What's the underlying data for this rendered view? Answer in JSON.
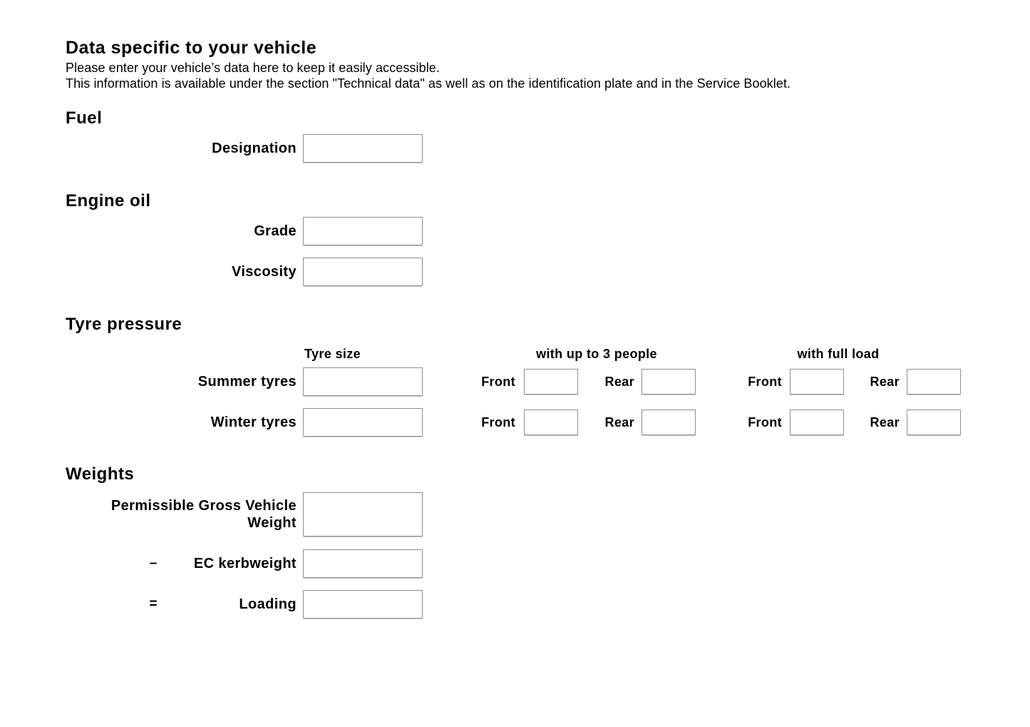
{
  "page": {
    "title": "Data specific to your vehicle",
    "intro_line1": "Please enter your vehicle’s data here to keep it easily accessible.",
    "intro_line2": "This information is available under the section \"Technical data\" as well as on the identification plate and in the Service Booklet."
  },
  "sections": {
    "fuel": {
      "heading": "Fuel",
      "designation": {
        "label": "Designation",
        "value": ""
      }
    },
    "engine_oil": {
      "heading": "Engine oil",
      "grade": {
        "label": "Grade",
        "value": ""
      },
      "viscosity": {
        "label": "Viscosity",
        "value": ""
      }
    },
    "tyre_pressure": {
      "heading": "Tyre pressure",
      "columns": {
        "tyre_size": "Tyre size",
        "three_people": "with up to 3 people",
        "full_load": "with full load"
      },
      "front_label": "Front",
      "rear_label": "Rear",
      "rows": [
        {
          "label": "Summer tyres",
          "tyre_size": "",
          "three_people_front": "",
          "three_people_rear": "",
          "full_load_front": "",
          "full_load_rear": ""
        },
        {
          "label": "Winter tyres",
          "tyre_size": "",
          "three_people_front": "",
          "three_people_rear": "",
          "full_load_front": "",
          "full_load_rear": ""
        }
      ]
    },
    "weights": {
      "heading": "Weights",
      "rows": [
        {
          "operator": "",
          "label": "Permissible Gross Vehicle Weight",
          "value": ""
        },
        {
          "operator": "–",
          "label": "EC kerbweight",
          "value": ""
        },
        {
          "operator": "=",
          "label": "Loading",
          "value": ""
        }
      ]
    }
  }
}
